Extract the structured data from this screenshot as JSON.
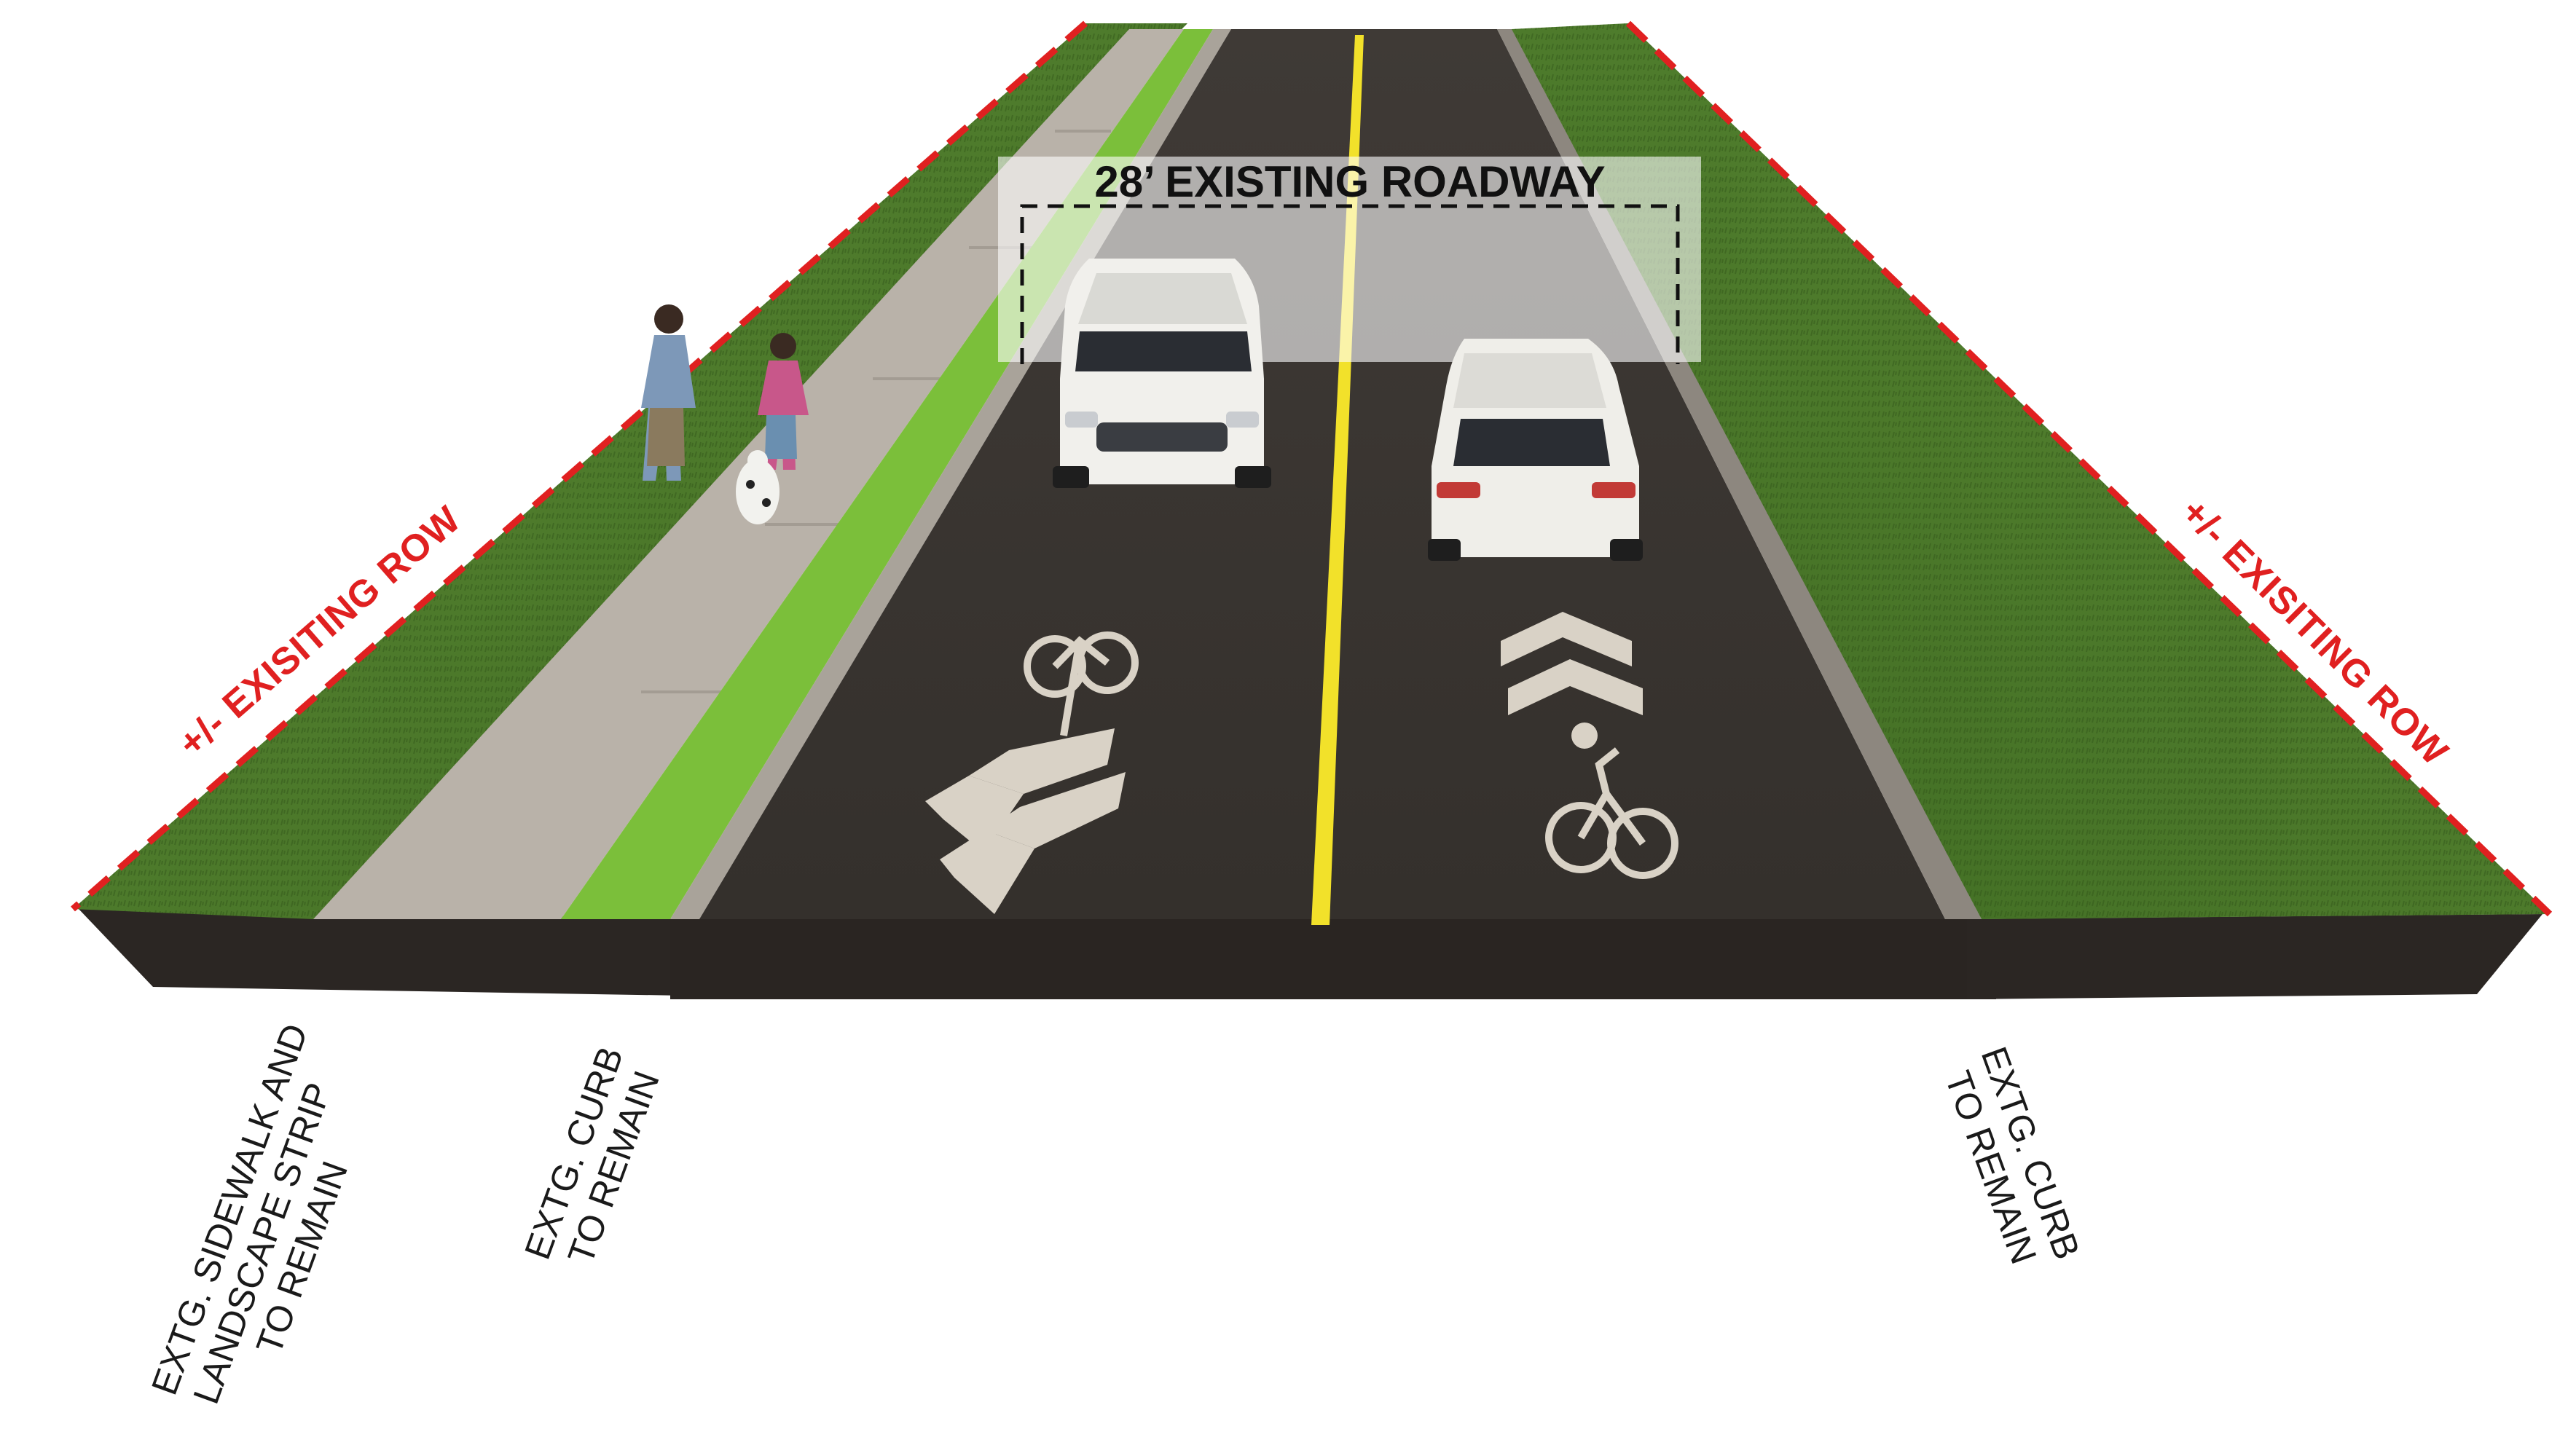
{
  "roadway_label": "28’ EXISTING ROADWAY",
  "row_label_left": "+/- EXISITING ROW",
  "row_label_right": "+/- EXISITING ROW",
  "callouts": {
    "sidewalk": [
      "EXTG. SIDEWALK AND",
      "LANDSCAPE STRIP",
      "TO REMAIN"
    ],
    "curb_left": [
      "EXTG. CURB",
      "TO REMAIN"
    ],
    "curb_right": [
      "EXTG. CURB",
      "TO REMAIN"
    ]
  },
  "colors": {
    "asphalt": "#3a3532",
    "grass": "#4f7a2c",
    "sidewalk": "#b8b1a8",
    "centerline": "#f2e12a",
    "row_line": "#e02020"
  },
  "icons": [
    "bicycle-icon",
    "chevron-icon",
    "car-icon",
    "pedestrian-icon",
    "dog-icon"
  ]
}
